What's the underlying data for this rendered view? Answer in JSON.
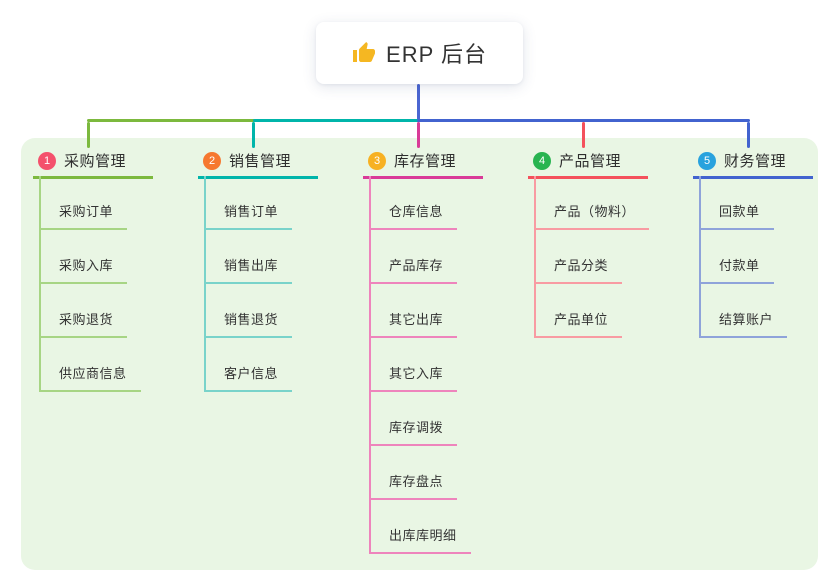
{
  "root": {
    "title": "ERP 后台",
    "icon": "thumbs-up",
    "icon_color": "#f5b722",
    "stem_color": "#4b66d2"
  },
  "canvas": {
    "panel_bg": "#e9f6e4",
    "page_bg": "#ffffff"
  },
  "branches": [
    {
      "index": "1",
      "title": "采购管理",
      "badge_color": "#f4516c",
      "line_color": "#7cb93e",
      "child_line_color": "#a7d584",
      "children": [
        "采购订单",
        "采购入库",
        "采购退货",
        "供应商信息"
      ]
    },
    {
      "index": "2",
      "title": "销售管理",
      "badge_color": "#f6782f",
      "line_color": "#00b5aa",
      "child_line_color": "#79d3ca",
      "children": [
        "销售订单",
        "销售出库",
        "销售退货",
        "客户信息"
      ]
    },
    {
      "index": "3",
      "title": "库存管理",
      "badge_color": "#f7b122",
      "line_color": "#d93b98",
      "child_line_color": "#ee84bc",
      "children": [
        "仓库信息",
        "产品库存",
        "其它出库",
        "其它入库",
        "库存调拨",
        "库存盘点",
        "出库库明细"
      ]
    },
    {
      "index": "4",
      "title": "产品管理",
      "badge_color": "#28b450",
      "line_color": "#f4515c",
      "child_line_color": "#f89ba2",
      "children": [
        "产品（物料）",
        "产品分类",
        "产品单位"
      ]
    },
    {
      "index": "5",
      "title": "财务管理",
      "badge_color": "#28a2de",
      "line_color": "#4263cf",
      "child_line_color": "#8fa3da",
      "children": [
        "回款单",
        "付款单",
        "结算账户"
      ]
    }
  ]
}
